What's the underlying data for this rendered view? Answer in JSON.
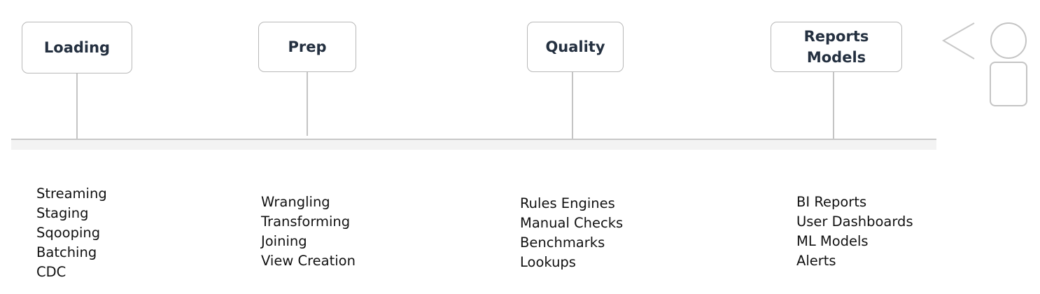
{
  "stages": [
    {
      "title": "Loading",
      "items": [
        "Streaming",
        "Staging",
        "Sqooping",
        "Batching",
        "CDC"
      ]
    },
    {
      "title": "Prep",
      "items": [
        "Wrangling",
        "Transforming",
        "Joining",
        "View Creation"
      ]
    },
    {
      "title": "Quality",
      "items": [
        "Rules Engines",
        "Manual Checks",
        "Benchmarks",
        "Lookups"
      ]
    },
    {
      "title": "Reports\nModels",
      "items": [
        "BI Reports",
        "User Dashboards",
        "ML Models",
        "Alerts"
      ]
    }
  ],
  "colors": {
    "box_border": "#b8b8b8",
    "connector": "#c4c4c4",
    "timeline": "#c8c8c8",
    "timeline_shadow": "#f3f3f3",
    "title_text": "#243040",
    "item_text": "#111111"
  },
  "icons": [
    "person-icon",
    "chevron-left-icon"
  ]
}
